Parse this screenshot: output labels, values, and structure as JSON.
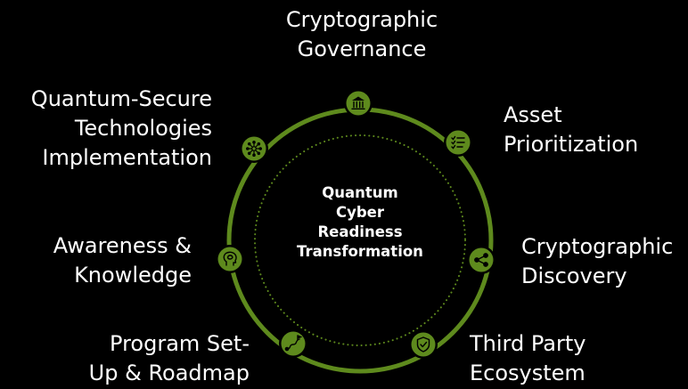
{
  "colors": {
    "background": "#000000",
    "ring": "#5e8a1d",
    "node_fill": "#5e8a1d",
    "inner_dots": "#5e8a1d",
    "text": "#ffffff"
  },
  "center": {
    "lines": [
      "Quantum",
      "Cyber",
      "Readiness",
      "Transformation"
    ]
  },
  "nodes": [
    {
      "id": "governance",
      "icon": "bank-icon",
      "lines": [
        "Cryptographic",
        "Governance"
      ]
    },
    {
      "id": "asset",
      "icon": "checklist-icon",
      "lines": [
        "Asset",
        "Prioritization"
      ]
    },
    {
      "id": "discovery",
      "icon": "share-nodes-icon",
      "lines": [
        "Cryptographic",
        "Discovery"
      ]
    },
    {
      "id": "third-party",
      "icon": "shield-check-icon",
      "lines": [
        "Third Party",
        "Ecosystem"
      ]
    },
    {
      "id": "program",
      "icon": "roadmap-path-icon",
      "lines": [
        "Program Set-",
        "Up & Roadmap"
      ]
    },
    {
      "id": "awareness",
      "icon": "head-brain-icon",
      "lines": [
        "Awareness &",
        "Knowledge"
      ]
    },
    {
      "id": "quantum",
      "icon": "network-hub-icon",
      "lines": [
        "Quantum-Secure",
        "Technologies",
        "Implementation"
      ]
    }
  ]
}
